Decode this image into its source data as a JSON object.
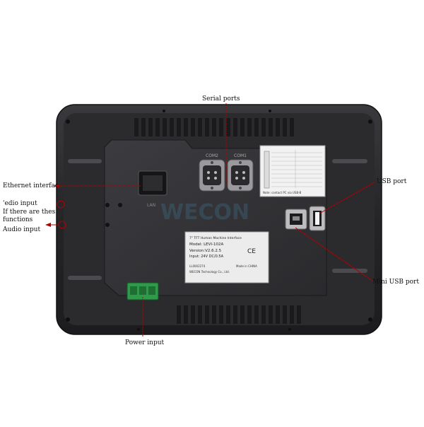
{
  "callouts": {
    "serial_ports": "Serial ports",
    "ethernet_interface": "Ethernet interfac",
    "video_input": "'edio input",
    "if_there_are": "If there are thes",
    "functions": "functions",
    "audio_input": "Audio input",
    "usb_port": "USB port",
    "mini_usb_port": "Mini USB port",
    "power_input": "Power input"
  },
  "device": {
    "port_labels": {
      "com2": "COM2",
      "com1": "COM1",
      "lan": "LAN"
    },
    "info_label": {
      "line1": "7\" TFT Human Machine Interface",
      "line2": "Model: LEVI-102A",
      "line3": "Version:V2.6.2.5",
      "line4": "Input: 24V DC/0.5A",
      "line5a": "LL0002274",
      "line5b": "Made in CHINA",
      "line6": "WECON Technology Co., Ltd."
    },
    "dip_note": "Note: contact PC via USB-B",
    "watermark": "WECON"
  },
  "colors": {
    "bezel": "#28282b",
    "panel": "#303033",
    "callout_line": "#b10000"
  }
}
